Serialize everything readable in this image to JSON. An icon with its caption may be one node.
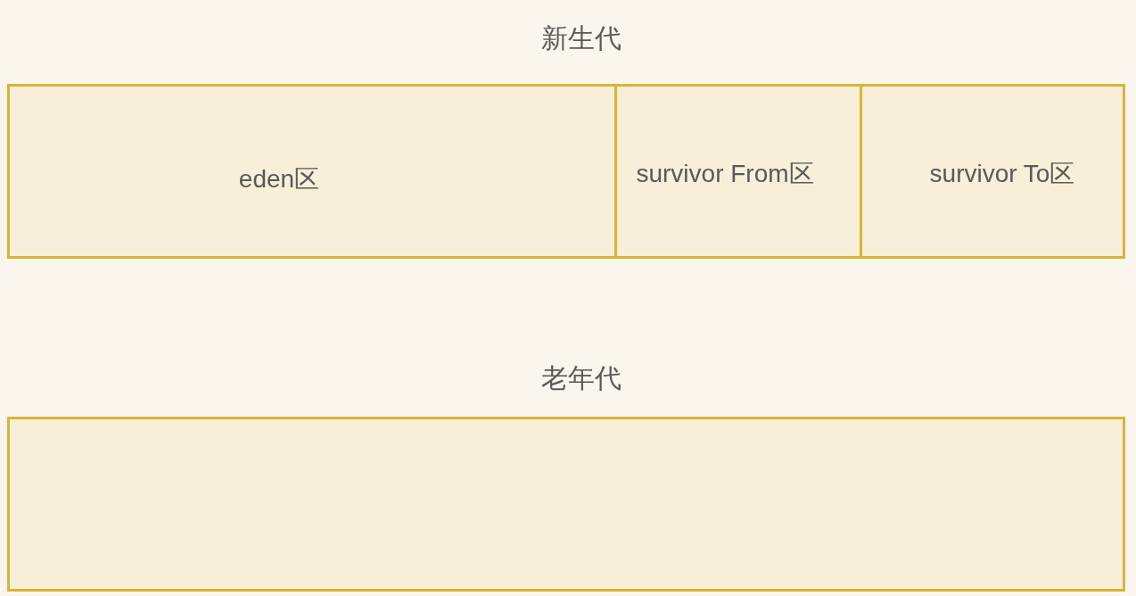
{
  "diagram": {
    "nodes": [
      {
        "text": [
          "新生代"
        ]
      },
      {
        "text": [
          "eden区"
        ],
        "in": 0
      },
      {
        "text": [
          "survivor From区"
        ],
        "in": 0
      },
      {
        "text": [
          "survivor To区"
        ],
        "in": 0
      },
      {
        "text": [
          "老年代"
        ]
      }
    ]
  }
}
